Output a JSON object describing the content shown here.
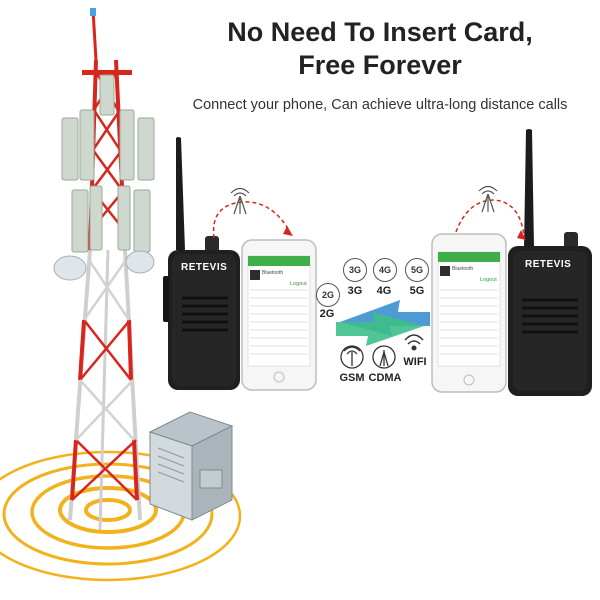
{
  "headline": {
    "line1": "No Need To Insert Card,",
    "line2": "Free Forever"
  },
  "subheadline": "Connect your phone, Can achieve ultra-long distance calls",
  "brand": "RETEVIS",
  "networks": {
    "badges": [
      "3G",
      "4G",
      "5G",
      "2G"
    ],
    "labels": [
      "3G",
      "4G",
      "5G",
      "2G",
      "GSM",
      "CDMA",
      "WIFI"
    ]
  },
  "phone_screen": {
    "left_title": "Bluetooth",
    "right_title": "Bluetooth",
    "logout": "Logout"
  },
  "colors": {
    "tower_red": "#d9261c",
    "tower_white": "#e8e8e8",
    "ring_yellow": "#f2b21b",
    "arrow_blue": "#3a8fd0",
    "arrow_green": "#3dbf8a",
    "signal_red": "#d9261c",
    "app_green": "#3fae49",
    "radio_black": "#1c1c1c"
  },
  "icons": [
    "tower-antenna-icon",
    "signal-icon",
    "wifi-icon",
    "bluetooth-icon",
    "home-button-icon"
  ]
}
